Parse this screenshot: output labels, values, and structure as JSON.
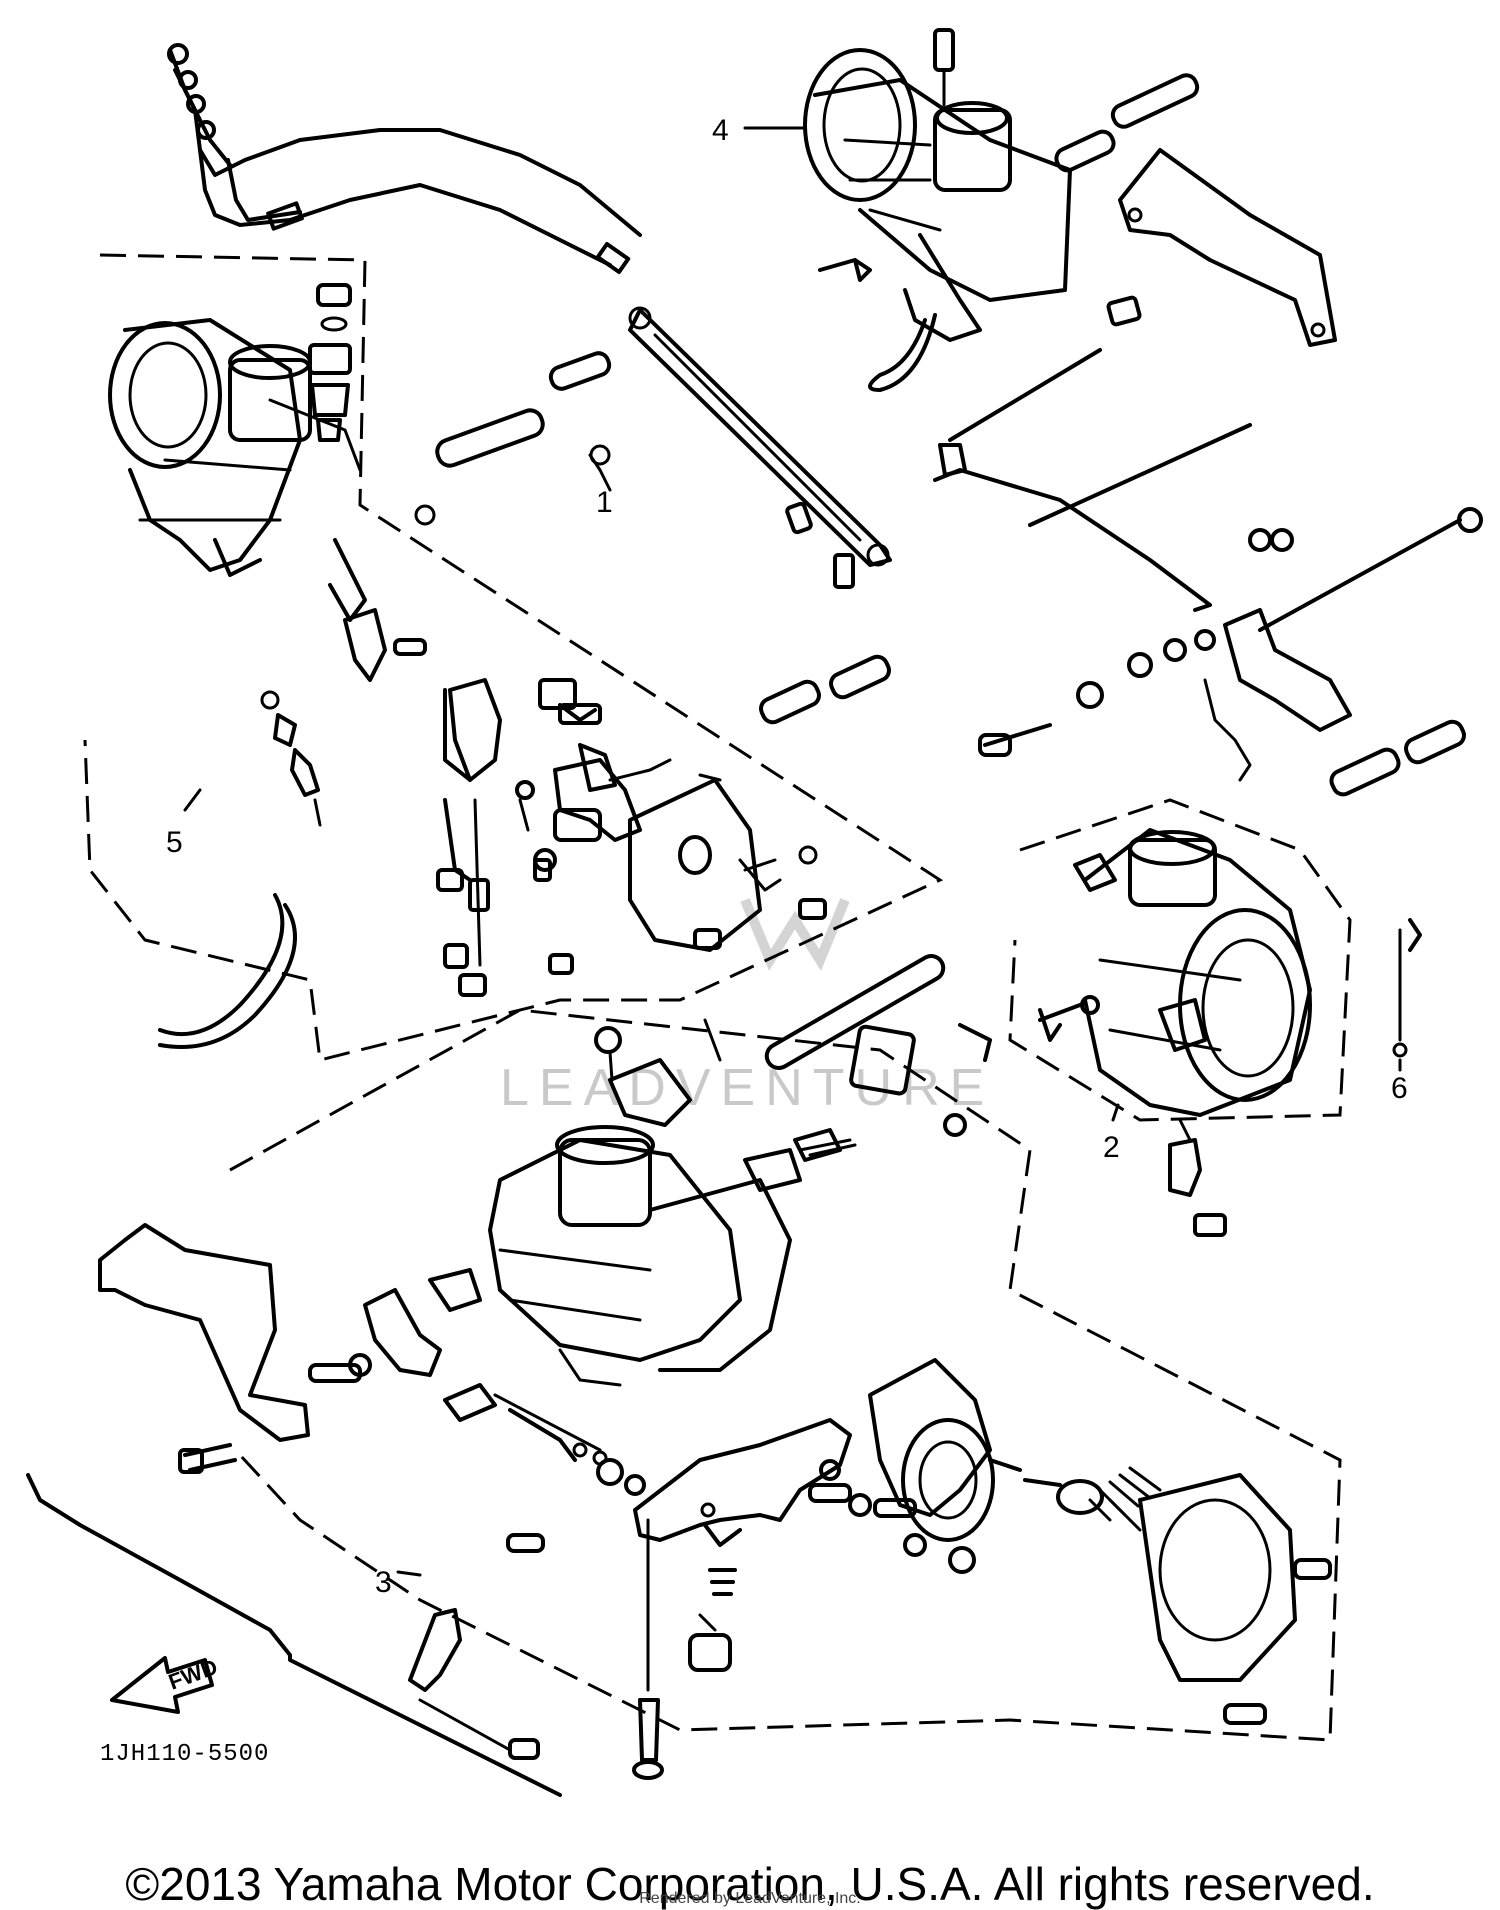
{
  "diagram": {
    "callouts": {
      "c1": "1",
      "c2": "2",
      "c3": "3",
      "c4": "4",
      "c5": "5",
      "c6": "6"
    },
    "reference_code": "1JH110-5500",
    "direction_label": "FWD",
    "watermark": "LEADVENTURE"
  },
  "footer": {
    "copyright": "©2013 Yamaha Motor Corporation, U.S.A. All rights reserved.",
    "rendered_by": "Rendered by LeadVenture, Inc."
  }
}
